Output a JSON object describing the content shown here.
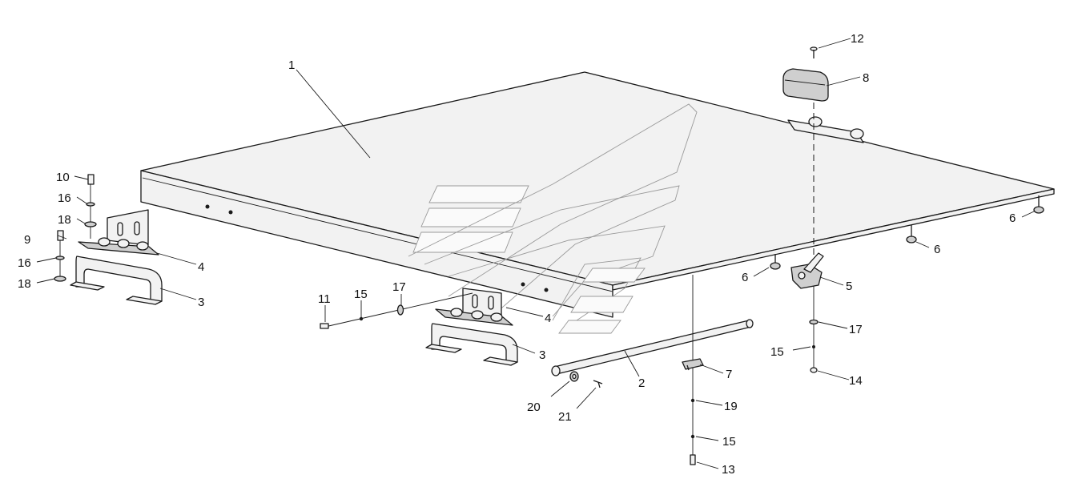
{
  "diagram": {
    "callouts": [
      {
        "id": "c1",
        "text": "1"
      },
      {
        "id": "c2",
        "text": "2"
      },
      {
        "id": "c3a",
        "text": "3"
      },
      {
        "id": "c3b",
        "text": "3"
      },
      {
        "id": "c4a",
        "text": "4"
      },
      {
        "id": "c4b",
        "text": "4"
      },
      {
        "id": "c5",
        "text": "5"
      },
      {
        "id": "c6a",
        "text": "6"
      },
      {
        "id": "c6b",
        "text": "6"
      },
      {
        "id": "c6c",
        "text": "6"
      },
      {
        "id": "c7",
        "text": "7"
      },
      {
        "id": "c8",
        "text": "8"
      },
      {
        "id": "c9",
        "text": "9"
      },
      {
        "id": "c10",
        "text": "10"
      },
      {
        "id": "c11",
        "text": "11"
      },
      {
        "id": "c12",
        "text": "12"
      },
      {
        "id": "c13",
        "text": "13"
      },
      {
        "id": "c14",
        "text": "14"
      },
      {
        "id": "c15a",
        "text": "15"
      },
      {
        "id": "c15b",
        "text": "15"
      },
      {
        "id": "c15c",
        "text": "15"
      },
      {
        "id": "c16a",
        "text": "16"
      },
      {
        "id": "c16b",
        "text": "16"
      },
      {
        "id": "c17a",
        "text": "17"
      },
      {
        "id": "c17b",
        "text": "17"
      },
      {
        "id": "c18a",
        "text": "18"
      },
      {
        "id": "c18b",
        "text": "18"
      },
      {
        "id": "c19",
        "text": "19"
      },
      {
        "id": "c20",
        "text": "20"
      },
      {
        "id": "c21",
        "text": "21"
      }
    ]
  }
}
